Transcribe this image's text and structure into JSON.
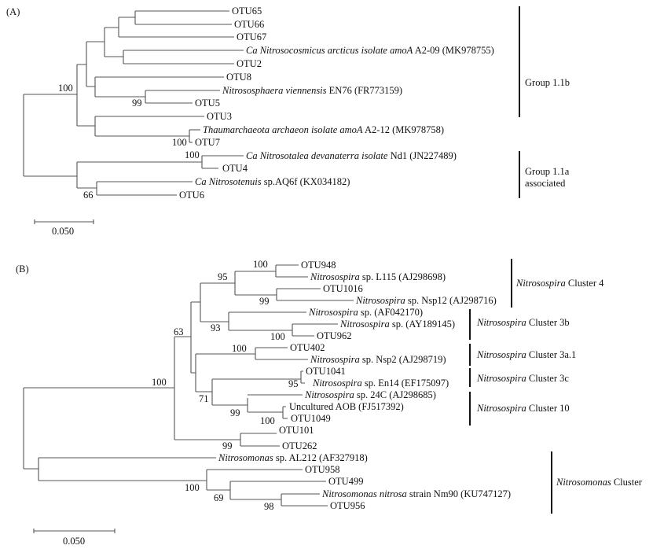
{
  "panels": [
    {
      "panel_label": "(A)",
      "leaves": [
        {
          "id": "a1",
          "italic": "",
          "plain": "OTU65"
        },
        {
          "id": "a2",
          "italic": "",
          "plain": "OTU66"
        },
        {
          "id": "a3",
          "italic": "",
          "plain": "OTU67"
        },
        {
          "id": "a4",
          "italic": "Ca Nitrosocosmicus arcticus isolate amoA",
          "plain": " A2-09 (MK978755)"
        },
        {
          "id": "a5",
          "italic": "",
          "plain": "OTU2"
        },
        {
          "id": "a6",
          "italic": "",
          "plain": "OTU8"
        },
        {
          "id": "a7",
          "italic": "Nitrososphaera viennensis",
          "plain": " EN76 (FR773159)"
        },
        {
          "id": "a8",
          "italic": "",
          "plain": "OTU5"
        },
        {
          "id": "a9",
          "italic": "",
          "plain": "OTU3"
        },
        {
          "id": "a10",
          "italic": "Thaumarchaeota archaeon isolate amoA",
          "plain": " A2-12 (MK978758)"
        },
        {
          "id": "a11",
          "italic": "",
          "plain": "OTU7"
        },
        {
          "id": "a12",
          "italic": "Ca Nitrosotalea devanaterra isolate",
          "plain": " Nd1 (JN227489)"
        },
        {
          "id": "a13",
          "italic": "",
          "plain": "OTU4"
        },
        {
          "id": "a14",
          "italic": "Ca Nitrosotenuis",
          "plain": " sp.AQ6f  (KX034182)"
        },
        {
          "id": "a15",
          "italic": "",
          "plain": "OTU6"
        }
      ],
      "bootstrap": [
        "100",
        "99",
        "100",
        "100",
        "66"
      ],
      "groups": [
        {
          "italic": "",
          "plain": "Group 1.1b"
        },
        {
          "italic": "",
          "plain": "Group 1.1a",
          "plain2": "associated"
        }
      ],
      "scale_bar": "0.050"
    },
    {
      "panel_label": "(B)",
      "leaves": [
        {
          "id": "b1",
          "italic": "",
          "plain": "OTU948"
        },
        {
          "id": "b2",
          "italic": "Nitrosospira",
          "plain": " sp. L115 (AJ298698)"
        },
        {
          "id": "b3",
          "italic": "",
          "plain": "OTU1016"
        },
        {
          "id": "b4",
          "italic": "Nitrosospira",
          "plain": " sp. Nsp12 (AJ298716)"
        },
        {
          "id": "b5",
          "italic": "Nitrosospira",
          "plain": " sp. (AF042170)"
        },
        {
          "id": "b6",
          "italic": "Nitrosospira",
          "plain": " sp. (AY189145)"
        },
        {
          "id": "b7",
          "italic": "",
          "plain": "OTU962"
        },
        {
          "id": "b8",
          "italic": "",
          "plain": "OTU402"
        },
        {
          "id": "b9",
          "italic": "Nitrosospira",
          "plain": " sp. Nsp2 (AJ298719)"
        },
        {
          "id": "b10",
          "italic": "",
          "plain": "OTU1041"
        },
        {
          "id": "b11",
          "italic": "Nitrosospira",
          "plain": " sp. En14 (EF175097)"
        },
        {
          "id": "b12",
          "italic": "Nitrosospira",
          "plain": " sp. 24C (AJ298685)"
        },
        {
          "id": "b13",
          "italic": "",
          "plain": "Uncultured AOB (FJ517392)"
        },
        {
          "id": "b14",
          "italic": "",
          "plain": "OTU1049"
        },
        {
          "id": "b15",
          "italic": "",
          "plain": "OTU101"
        },
        {
          "id": "b16",
          "italic": "",
          "plain": "OTU262"
        },
        {
          "id": "b17",
          "italic": "Nitrosomonas",
          "plain": " sp. AL212 (AF327918)"
        },
        {
          "id": "b18",
          "italic": "",
          "plain": "OTU958"
        },
        {
          "id": "b19",
          "italic": "",
          "plain": "OTU499"
        },
        {
          "id": "b20",
          "italic": "Nitrosomonas nitrosa",
          "plain": " strain Nm90 (KU747127)"
        },
        {
          "id": "b21",
          "italic": "",
          "plain": "OTU956"
        }
      ],
      "bootstrap": [
        "100",
        "95",
        "99",
        "93",
        "100",
        "63",
        "100",
        "100",
        "95",
        "71",
        "99",
        "100",
        "99",
        "100",
        "69",
        "98"
      ],
      "groups": [
        {
          "italic": "Nitrosospira",
          "plain": " Cluster 4"
        },
        {
          "italic": "Nitrosospira",
          "plain": " Cluster 3b"
        },
        {
          "italic": "Nitrosospira",
          "plain": " Cluster 3a.1"
        },
        {
          "italic": "Nitrosospira",
          "plain": " Cluster 3c"
        },
        {
          "italic": "Nitrosospira",
          "plain": " Cluster 10"
        },
        {
          "italic": "Nitrosomonas",
          "plain": " Cluster"
        }
      ],
      "scale_bar": "0.050"
    }
  ]
}
